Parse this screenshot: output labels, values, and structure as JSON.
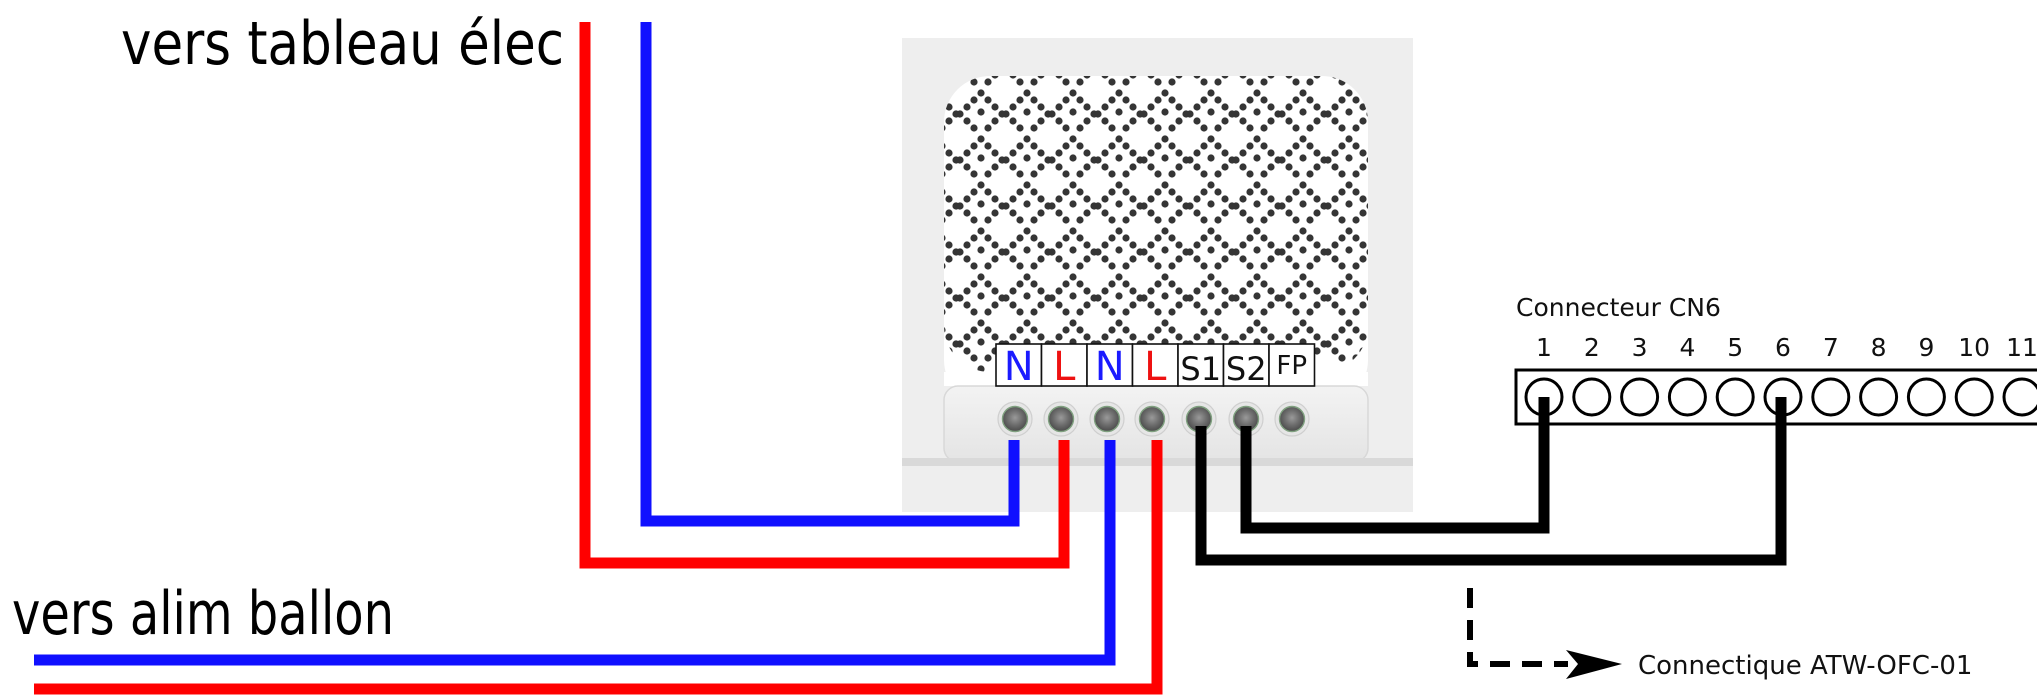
{
  "labels": {
    "top_left": "vers tableau élec",
    "bottom_left": "vers alim ballon",
    "connector_title": "Connecteur CN6",
    "legend": "Connectique ATW-OFC-01"
  },
  "module": {
    "terminals": [
      {
        "label": "N",
        "color": "#1a1aff"
      },
      {
        "label": "L",
        "color": "#ee1111"
      },
      {
        "label": "N",
        "color": "#1a1aff"
      },
      {
        "label": "L",
        "color": "#ee1111"
      },
      {
        "label": "S1",
        "color": "#111111"
      },
      {
        "label": "S2",
        "color": "#111111"
      },
      {
        "label": "FP",
        "color": "#111111"
      }
    ]
  },
  "connector": {
    "pins": [
      "1",
      "2",
      "3",
      "4",
      "5",
      "6",
      "7",
      "8",
      "9",
      "10",
      "11"
    ]
  },
  "colors": {
    "neutral": "#1010ff",
    "live": "#ff0000",
    "signal": "#000000"
  }
}
